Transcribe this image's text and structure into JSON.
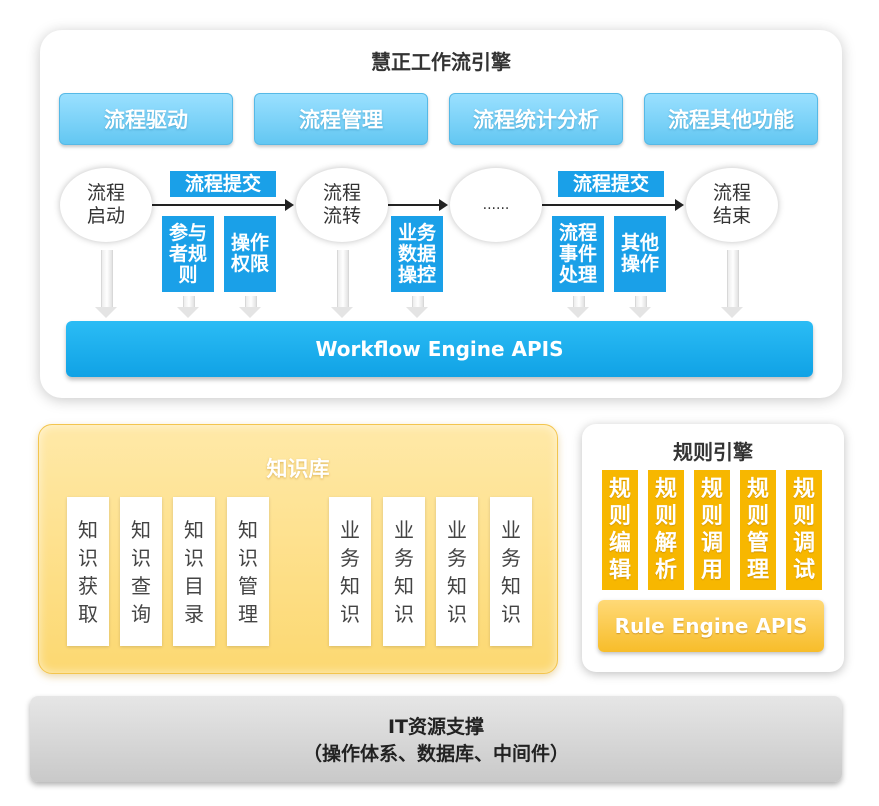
{
  "workflow_engine": {
    "title": "慧正工作流引擎",
    "tabs": [
      "流程驱动",
      "流程管理",
      "流程统计分析",
      "流程其他功能"
    ],
    "nodes": {
      "start": [
        "流程",
        "启动"
      ],
      "transfer": [
        "流程",
        "流转"
      ],
      "ellipsis": "......",
      "end": [
        "流程",
        "结束"
      ]
    },
    "submit_label_1": "流程提交",
    "submit_label_2": "流程提交",
    "tags": {
      "participant_rules": [
        "参与",
        "者规",
        "则"
      ],
      "operation_permission": [
        "操作",
        "权限"
      ],
      "business_data_control": [
        "业务",
        "数据",
        "操控"
      ],
      "process_event_handling": [
        "流程",
        "事件",
        "处理"
      ],
      "other_operations": [
        "其他",
        "操作"
      ]
    },
    "apis_label": "Workflow Engine APIS"
  },
  "knowledge_base": {
    "title": "知识库",
    "cards": [
      [
        "知",
        "识",
        "获",
        "取"
      ],
      [
        "知",
        "识",
        "查",
        "询"
      ],
      [
        "知",
        "识",
        "目",
        "录"
      ],
      [
        "知",
        "识",
        "管",
        "理"
      ],
      [
        "业",
        "务",
        "知",
        "识"
      ],
      [
        "业",
        "务",
        "知",
        "识"
      ],
      [
        "业",
        "务",
        "知",
        "识"
      ],
      [
        "业",
        "务",
        "知",
        "识"
      ]
    ]
  },
  "rule_engine": {
    "title": "规则引擎",
    "cards": [
      [
        "规",
        "则",
        "编",
        "辑"
      ],
      [
        "规",
        "则",
        "解",
        "析"
      ],
      [
        "规",
        "则",
        "调",
        "用"
      ],
      [
        "规",
        "则",
        "管",
        "理"
      ],
      [
        "规",
        "则",
        "调",
        "试"
      ]
    ],
    "apis_label": "Rule Engine APIS"
  },
  "it_resources": {
    "line1": "IT资源支撑",
    "line2": "（操作体系、数据库、中间件）"
  },
  "colors": {
    "workflow_blue": "#1aa0e8",
    "tab_blue": "#7bd3f7",
    "knowledge_yellow": "#fcd871",
    "rule_orange": "#f7b700",
    "it_gray": "#d6d6d6"
  }
}
